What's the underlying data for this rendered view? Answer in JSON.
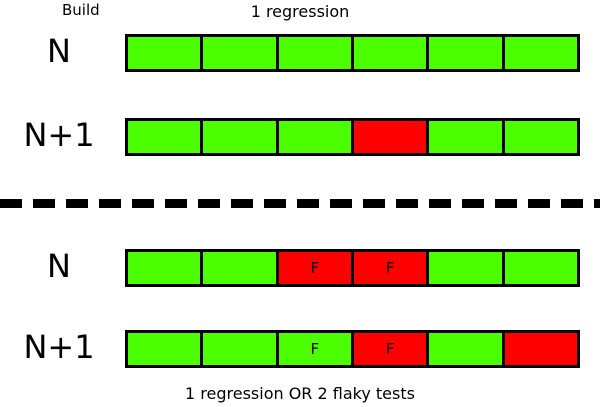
{
  "diagram": {
    "build_label": "Build",
    "colors": {
      "pass": "#4cff00",
      "fail": "#ff0000",
      "outline": "#000000",
      "background": "#ffffff"
    },
    "sections": [
      {
        "title": "1 regression",
        "caption": "",
        "rows": [
          {
            "label": "N",
            "segments": [
              {
                "state": "pass",
                "text": ""
              },
              {
                "state": "pass",
                "text": ""
              },
              {
                "state": "pass",
                "text": ""
              },
              {
                "state": "pass",
                "text": ""
              },
              {
                "state": "pass",
                "text": ""
              },
              {
                "state": "pass",
                "text": ""
              }
            ]
          },
          {
            "label": "N+1",
            "segments": [
              {
                "state": "pass",
                "text": ""
              },
              {
                "state": "pass",
                "text": ""
              },
              {
                "state": "pass",
                "text": ""
              },
              {
                "state": "fail",
                "text": ""
              },
              {
                "state": "pass",
                "text": ""
              },
              {
                "state": "pass",
                "text": ""
              }
            ]
          }
        ]
      },
      {
        "title": "",
        "caption": "1 regression OR 2 flaky tests",
        "rows": [
          {
            "label": "N",
            "segments": [
              {
                "state": "pass",
                "text": ""
              },
              {
                "state": "pass",
                "text": ""
              },
              {
                "state": "fail",
                "text": "F"
              },
              {
                "state": "fail",
                "text": "F"
              },
              {
                "state": "pass",
                "text": ""
              },
              {
                "state": "pass",
                "text": ""
              }
            ]
          },
          {
            "label": "N+1",
            "segments": [
              {
                "state": "pass",
                "text": ""
              },
              {
                "state": "pass",
                "text": ""
              },
              {
                "state": "pass",
                "text": "F"
              },
              {
                "state": "fail",
                "text": "F"
              },
              {
                "state": "pass",
                "text": ""
              },
              {
                "state": "fail",
                "text": ""
              }
            ]
          }
        ]
      }
    ]
  }
}
